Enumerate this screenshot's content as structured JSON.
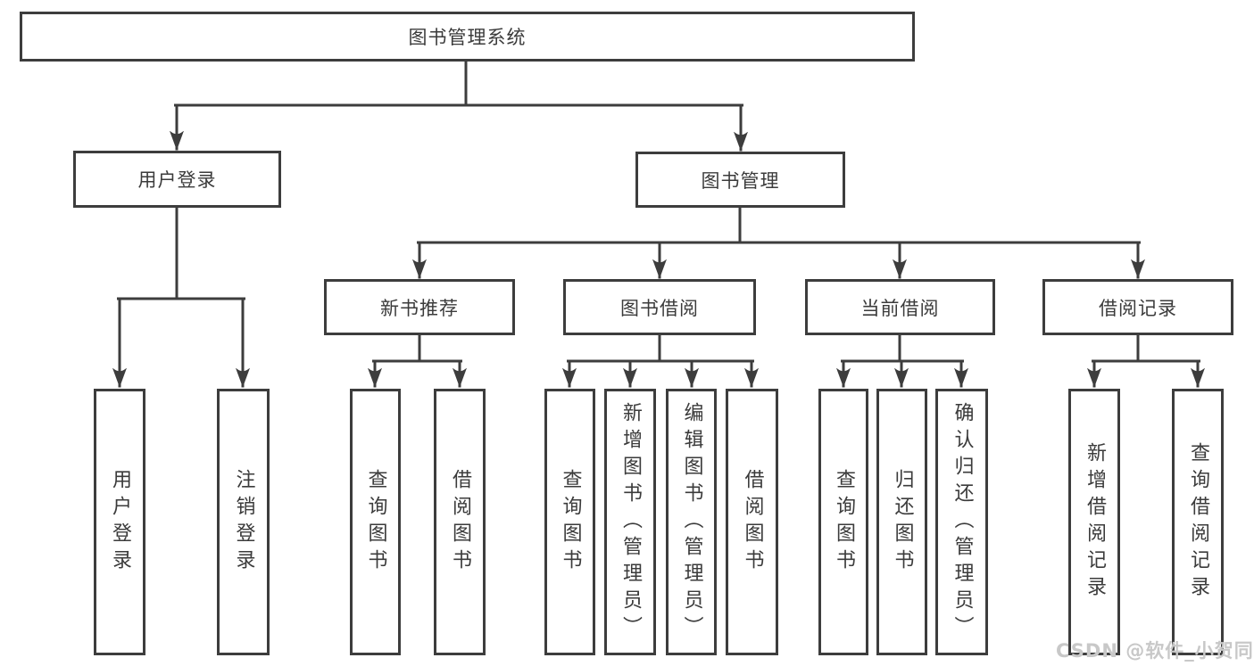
{
  "diagram_type": "functional-structure-tree",
  "tree": {
    "label": "图书管理系统",
    "children": [
      {
        "label": "用户登录",
        "children": [
          {
            "label": "用户登录"
          },
          {
            "label": "注销登录"
          }
        ]
      },
      {
        "label": "图书管理",
        "children": [
          {
            "label": "新书推荐",
            "children": [
              {
                "label": "查询图书"
              },
              {
                "label": "借阅图书"
              }
            ]
          },
          {
            "label": "图书借阅",
            "children": [
              {
                "label": "查询图书"
              },
              {
                "label": "新增图书（管理员）"
              },
              {
                "label": "编辑图书（管理员）"
              },
              {
                "label": "借阅图书"
              }
            ]
          },
          {
            "label": "当前借阅",
            "children": [
              {
                "label": "查询图书"
              },
              {
                "label": "归还图书"
              },
              {
                "label": "确认归还（管理员）"
              }
            ]
          },
          {
            "label": "借阅记录",
            "children": [
              {
                "label": "新增借阅记录"
              },
              {
                "label": "查询借阅记录"
              }
            ]
          }
        ]
      }
    ]
  },
  "watermark": {
    "text": "CSDN @软件_小贺同学"
  },
  "colors": {
    "line": "#3d3d3d",
    "text": "#3b3b3b",
    "box_fill": "#ffffff",
    "watermark": "#c8c8c8"
  }
}
